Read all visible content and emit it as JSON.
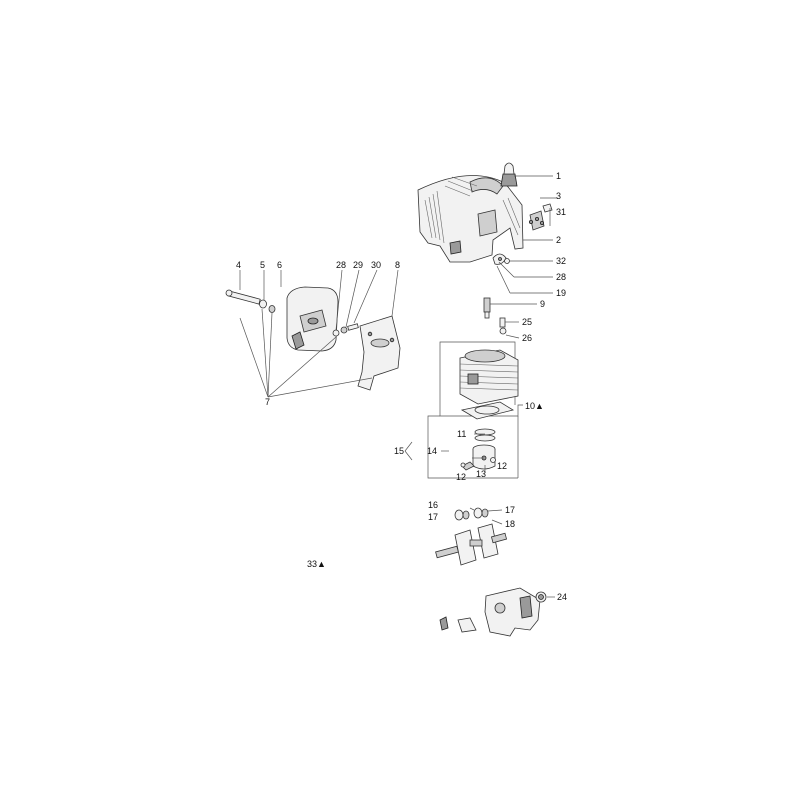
{
  "callouts": {
    "c1": "1",
    "c3": "3",
    "c31": "31",
    "c2": "2",
    "c32": "32",
    "c28a": "28",
    "c19": "19",
    "c9": "9",
    "c25": "25",
    "c26": "26",
    "c10": "10▲",
    "c11": "11",
    "c14": "14",
    "c15": "15",
    "c12a": "12",
    "c12b": "12",
    "c13": "13",
    "c16": "16",
    "c17a": "17",
    "c17b": "17",
    "c18": "18",
    "c33": "33▲",
    "c24": "24",
    "c4": "4",
    "c5": "5",
    "c6": "6",
    "c28b": "28",
    "c29": "29",
    "c30": "30",
    "c8": "8",
    "c7": "7"
  }
}
